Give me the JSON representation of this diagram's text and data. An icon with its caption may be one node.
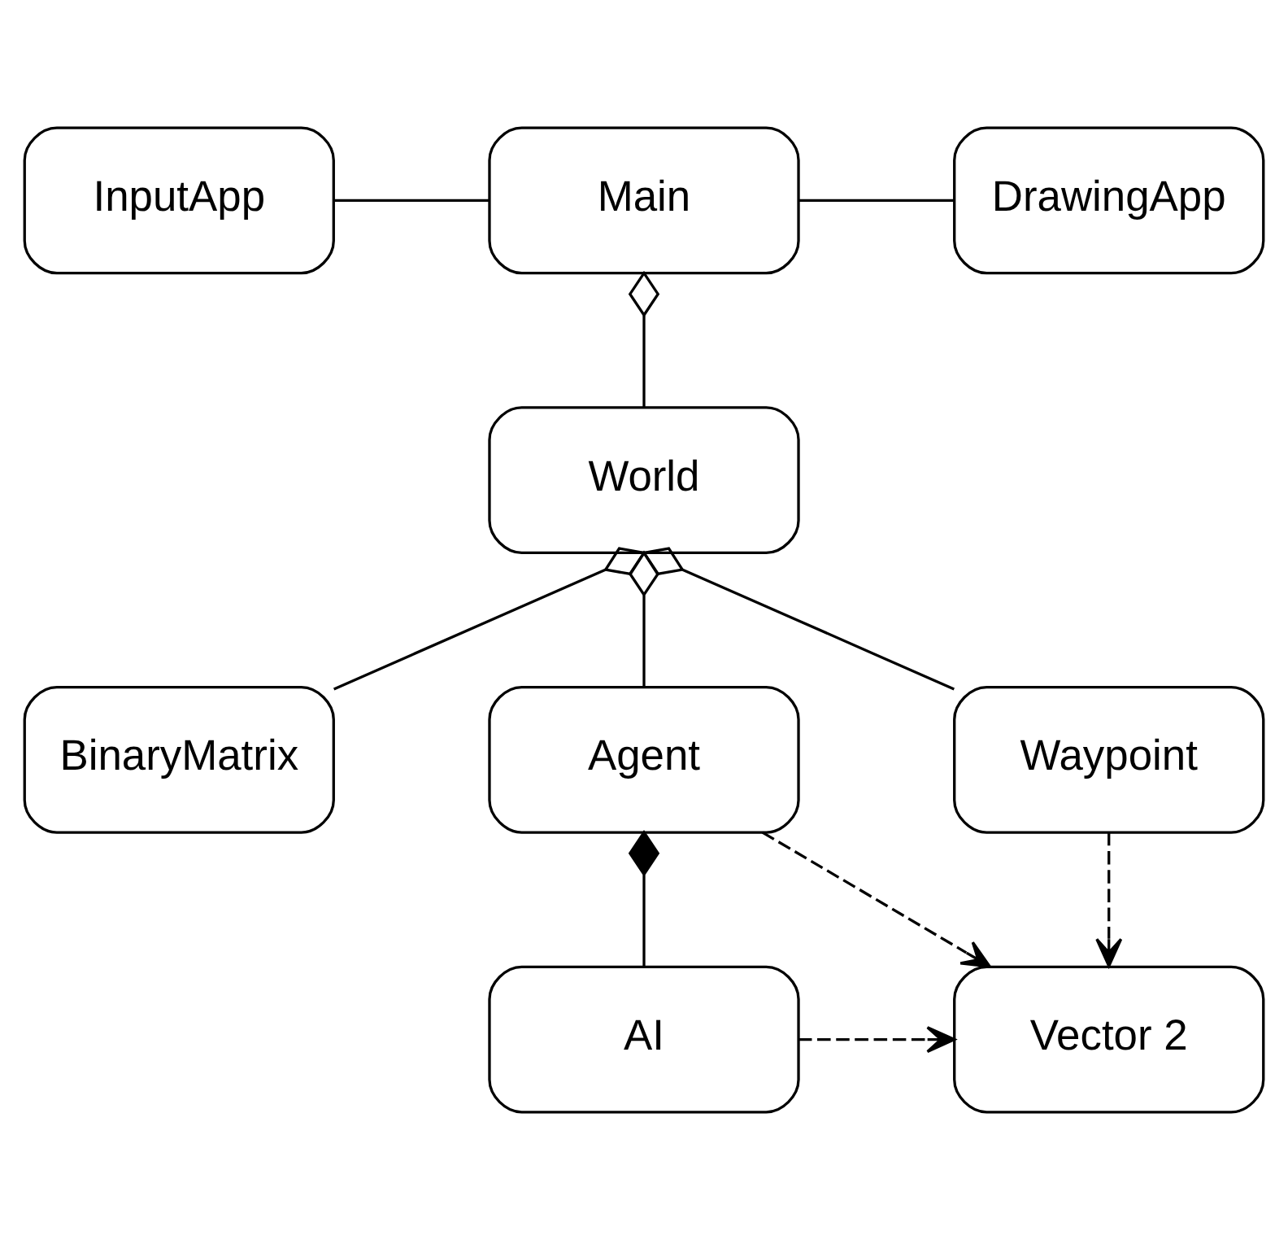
{
  "diagram": {
    "nodes": [
      {
        "text": [
          "InputApp"
        ]
      },
      {
        "text": [
          "Main"
        ]
      },
      {
        "text": [
          "DrawingApp"
        ]
      },
      {
        "text": [
          "World"
        ]
      },
      {
        "text": [
          "BinaryMatrix"
        ]
      },
      {
        "text": [
          "Agent"
        ]
      },
      {
        "text": [
          "Waypoint"
        ]
      },
      {
        "text": [
          "AI"
        ]
      },
      {
        "text": [
          "Vector 2"
        ]
      }
    ],
    "edges": [
      {
        "from": 0,
        "to": 1,
        "arrow": "none"
      },
      {
        "from": 1,
        "to": 2,
        "arrow": "none"
      },
      {
        "from": 1,
        "to": 3,
        "arrow": "other"
      },
      {
        "from": 3,
        "to": 4,
        "arrow": "other"
      },
      {
        "from": 3,
        "to": 5,
        "arrow": "other"
      },
      {
        "from": 3,
        "to": 6,
        "arrow": "other"
      },
      {
        "from": 5,
        "to": 7,
        "arrow": "other"
      },
      {
        "from": 5,
        "to": 8,
        "arrow": "to",
        "style": "dashed"
      },
      {
        "from": 6,
        "to": 8,
        "arrow": "to",
        "style": "dashed"
      },
      {
        "from": 7,
        "to": 8,
        "arrow": "to",
        "style": "dashed"
      }
    ]
  }
}
